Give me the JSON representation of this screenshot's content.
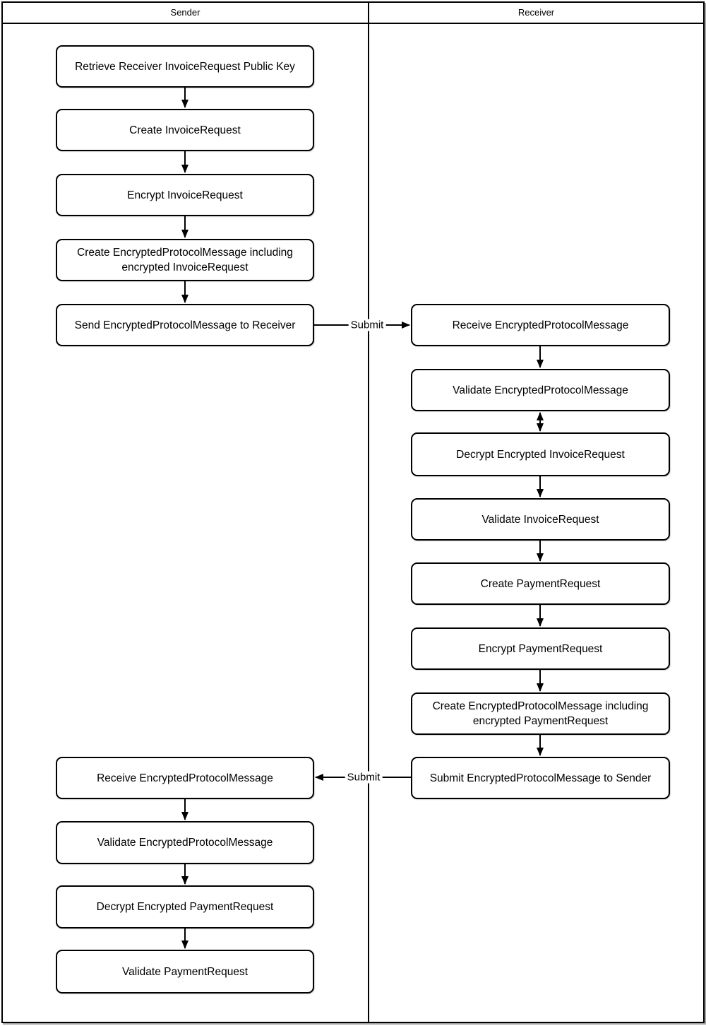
{
  "diagram_type": "swimlane-flowchart",
  "colors": {
    "background": "#ffffff",
    "line": "#000000",
    "box_fill": "#ffffff",
    "box_border": "#000000",
    "text": "#000000"
  },
  "lanes": {
    "sender": {
      "title": "Sender",
      "nodes": [
        "Retrieve Receiver InvoiceRequest Public Key",
        "Create InvoiceRequest",
        "Encrypt InvoiceRequest",
        "Create EncryptedProtocolMessage including encrypted InvoiceRequest",
        "Send EncryptedProtocolMessage to Receiver",
        "Receive EncryptedProtocolMessage",
        "Validate EncryptedProtocolMessage",
        "Decrypt Encrypted PaymentRequest",
        "Validate PaymentRequest"
      ]
    },
    "receiver": {
      "title": "Receiver",
      "nodes": [
        "Receive EncryptedProtocolMessage",
        "Validate EncryptedProtocolMessage",
        "Decrypt Encrypted InvoiceRequest",
        "Validate InvoiceRequest",
        "Create PaymentRequest",
        "Encrypt PaymentRequest",
        "Create EncryptedProtocolMessage including encrypted PaymentRequest",
        "Submit EncryptedProtocolMessage to Sender"
      ]
    }
  },
  "cross_edges": [
    {
      "from": "Send EncryptedProtocolMessage to Receiver",
      "to": "Receive EncryptedProtocolMessage",
      "label": "Submit",
      "direction": "sender-to-receiver"
    },
    {
      "from": "Submit EncryptedProtocolMessage to Sender",
      "to": "Receive EncryptedProtocolMessage",
      "label": "Submit",
      "direction": "receiver-to-sender"
    }
  ],
  "special_edges": [
    {
      "between": [
        "Validate EncryptedProtocolMessage",
        "Decrypt Encrypted InvoiceRequest"
      ],
      "lane": "receiver",
      "style": "double-headed-vertical-arrow"
    }
  ]
}
